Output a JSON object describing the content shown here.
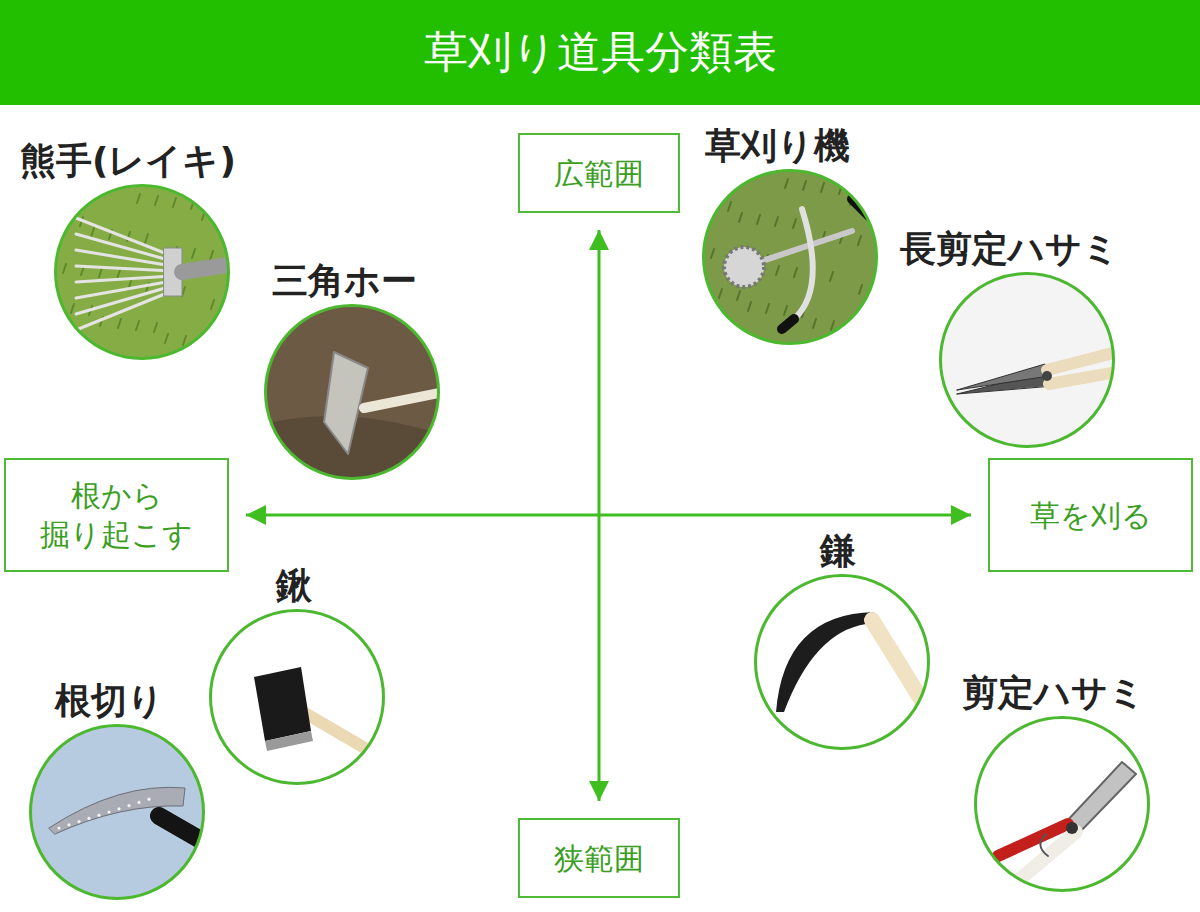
{
  "diagram": {
    "title": "草刈り道具分類表",
    "nodes": [
      {
        "text": [
          "熊手(レイキ)"
        ]
      },
      {
        "text": [
          "広範囲"
        ]
      },
      {
        "text": [
          "草刈り機"
        ]
      },
      {
        "text": [
          "三角ホー"
        ]
      },
      {
        "text": [
          "長剪定ハサミ"
        ]
      },
      {
        "text": [
          "根から 掘り起こす"
        ]
      },
      {
        "text": [
          "草を刈る"
        ]
      },
      {
        "text": [
          "鎌"
        ]
      },
      {
        "text": [
          "鍬"
        ]
      },
      {
        "text": [
          "根切り"
        ]
      },
      {
        "text": [
          "剪定ハサミ"
        ]
      },
      {
        "text": [
          "狭範囲"
        ]
      }
    ],
    "edges": [
      {
        "from": 1,
        "to": 11,
        "arrow": "both"
      },
      {
        "from": 5,
        "to": 6,
        "arrow": "both"
      }
    ]
  }
}
